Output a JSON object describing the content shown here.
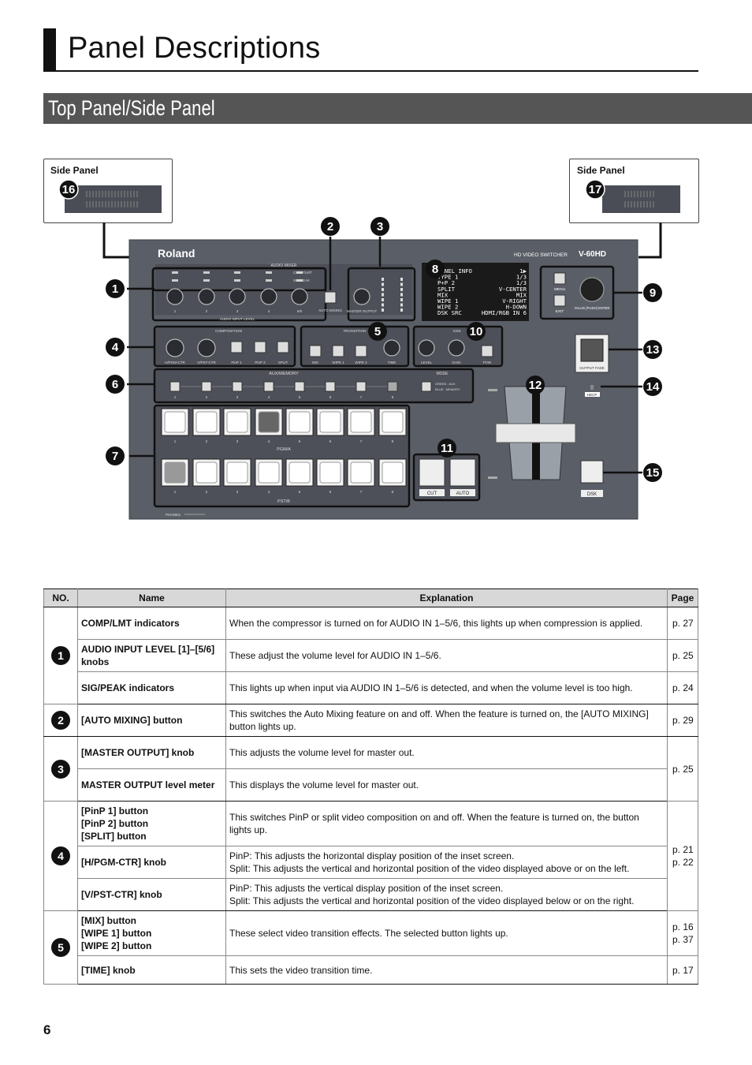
{
  "page": {
    "title": "Panel Descriptions",
    "section_title": "Top Panel/Side Panel",
    "page_number": "6"
  },
  "figure": {
    "side_panel_left": {
      "label": "Side Panel",
      "number": "16"
    },
    "side_panel_right": {
      "label": "Side Panel",
      "number": "17"
    },
    "brand": "Roland",
    "model_prefix": "HD VIDEO SWITCHER",
    "model": "V-60HD",
    "audio_mixer_label": "AUDIO MIXER",
    "comp_lmt": "COMP/LMT",
    "sig_peak": "SIG/PEAK",
    "audio_input_level": "AUDIO INPUT LEVEL",
    "audio_channels": [
      "1",
      "2",
      "3",
      "4",
      "5/6"
    ],
    "auto_mixing": "AUTO MIXING",
    "master_output": "MASTER OUTPUT",
    "composition": "COMPOSITION",
    "composition_controls": [
      "H/PGM-CTR",
      "V/PST-CTR",
      "PinP 1",
      "PinP 2",
      "SPLIT"
    ],
    "transition": "TRANSITION",
    "transition_controls": [
      "MIX",
      "WIPE 1",
      "WIPE 2",
      "TIME"
    ],
    "dsk": "DSK",
    "dsk_controls": [
      "LEVEL",
      "GAIN",
      "PVW"
    ],
    "aux_memory": "AUX/MEMORY",
    "mode": "MODE",
    "mode_text": [
      "GREEN : AUX",
      "BLUE : MEMORY"
    ],
    "pgm_label": "PGM/A",
    "pst_label": "PST/B",
    "channels8": [
      "1",
      "2",
      "3",
      "4",
      "5",
      "6",
      "7",
      "8"
    ],
    "cut": "CUT",
    "auto": "AUTO",
    "menu": "MENU",
    "exit": "EXIT",
    "value_knob": "VALUE [PUSH] ENTER",
    "output_fade": "OUTPUT FADE",
    "hdcp": "HDCP",
    "phones": "PHONES",
    "lcd_lines": [
      [
        "PANEL INFO",
        "1▶"
      ],
      [
        "TYPE 1",
        "1/3"
      ],
      [
        "P+P 2",
        "1/3"
      ],
      [
        "SPLIT",
        "V-CENTER"
      ],
      [
        "MIX",
        "MIX"
      ],
      [
        "WIPE 1",
        "V-RIGHT"
      ],
      [
        "WIPE 2",
        "H-DOWN"
      ],
      [
        "DSK SRC",
        "HDMI/RGB IN 6"
      ]
    ],
    "callouts": [
      "1",
      "2",
      "3",
      "4",
      "5",
      "6",
      "7",
      "8",
      "9",
      "10",
      "11",
      "12",
      "13",
      "14",
      "15"
    ]
  },
  "table": {
    "headers": [
      "NO.",
      "Name",
      "Explanation",
      "Page"
    ],
    "rows": [
      {
        "no": "1",
        "name": "COMP/LMT indicators",
        "explanation": "When the compressor is turned on for AUDIO IN 1–5/6, this lights up when compression is applied.",
        "page": "p. 27"
      },
      {
        "name": "AUDIO INPUT LEVEL [1]–[5/6] knobs",
        "explanation": "These adjust the volume level for AUDIO IN 1–5/6.",
        "page": "p. 25"
      },
      {
        "name": "SIG/PEAK indicators",
        "explanation": "This lights up when input via AUDIO IN 1–5/6 is detected, and when the volume level is too high.",
        "page": "p. 24"
      },
      {
        "no": "2",
        "name": "[AUTO MIXING] button",
        "explanation": "This switches the Auto Mixing feature on and off. When the feature is turned on, the [AUTO MIXING] button lights up.",
        "page": "p. 29"
      },
      {
        "no": "3",
        "name": "[MASTER OUTPUT] knob",
        "explanation": "This adjusts the volume level for master out.",
        "page": "p. 25"
      },
      {
        "name": "MASTER OUTPUT level meter",
        "explanation": "This displays the volume level for master out."
      },
      {
        "no": "4",
        "name_lines": [
          "[PinP 1] button",
          "[PinP 2] button",
          "[SPLIT] button"
        ],
        "explanation": "This switches PinP or split video composition on and off. When the feature is turned on, the button lights up.",
        "page_lines": [
          "p. 21",
          "p. 22"
        ]
      },
      {
        "name": "[H/PGM-CTR] knob",
        "explanation_lines": [
          "PinP:  This adjusts the horizontal display position of the inset screen.",
          "Split:  This adjusts the vertical and horizontal position of the video displayed above or on the left."
        ]
      },
      {
        "name": "[V/PST-CTR] knob",
        "explanation_lines": [
          "PinP:  This adjusts the vertical display position of the inset screen.",
          "Split:  This adjusts the vertical and horizontal position of the video displayed below or on the right."
        ]
      },
      {
        "no": "5",
        "name_lines": [
          "[MIX] button",
          "[WIPE 1] button",
          "[WIPE 2] button"
        ],
        "explanation": "These select video transition effects. The selected button lights up.",
        "page_lines": [
          "p. 16",
          "p. 37"
        ]
      },
      {
        "name": "[TIME] knob",
        "explanation": "This sets the video transition time.",
        "page": "p. 17"
      }
    ]
  }
}
